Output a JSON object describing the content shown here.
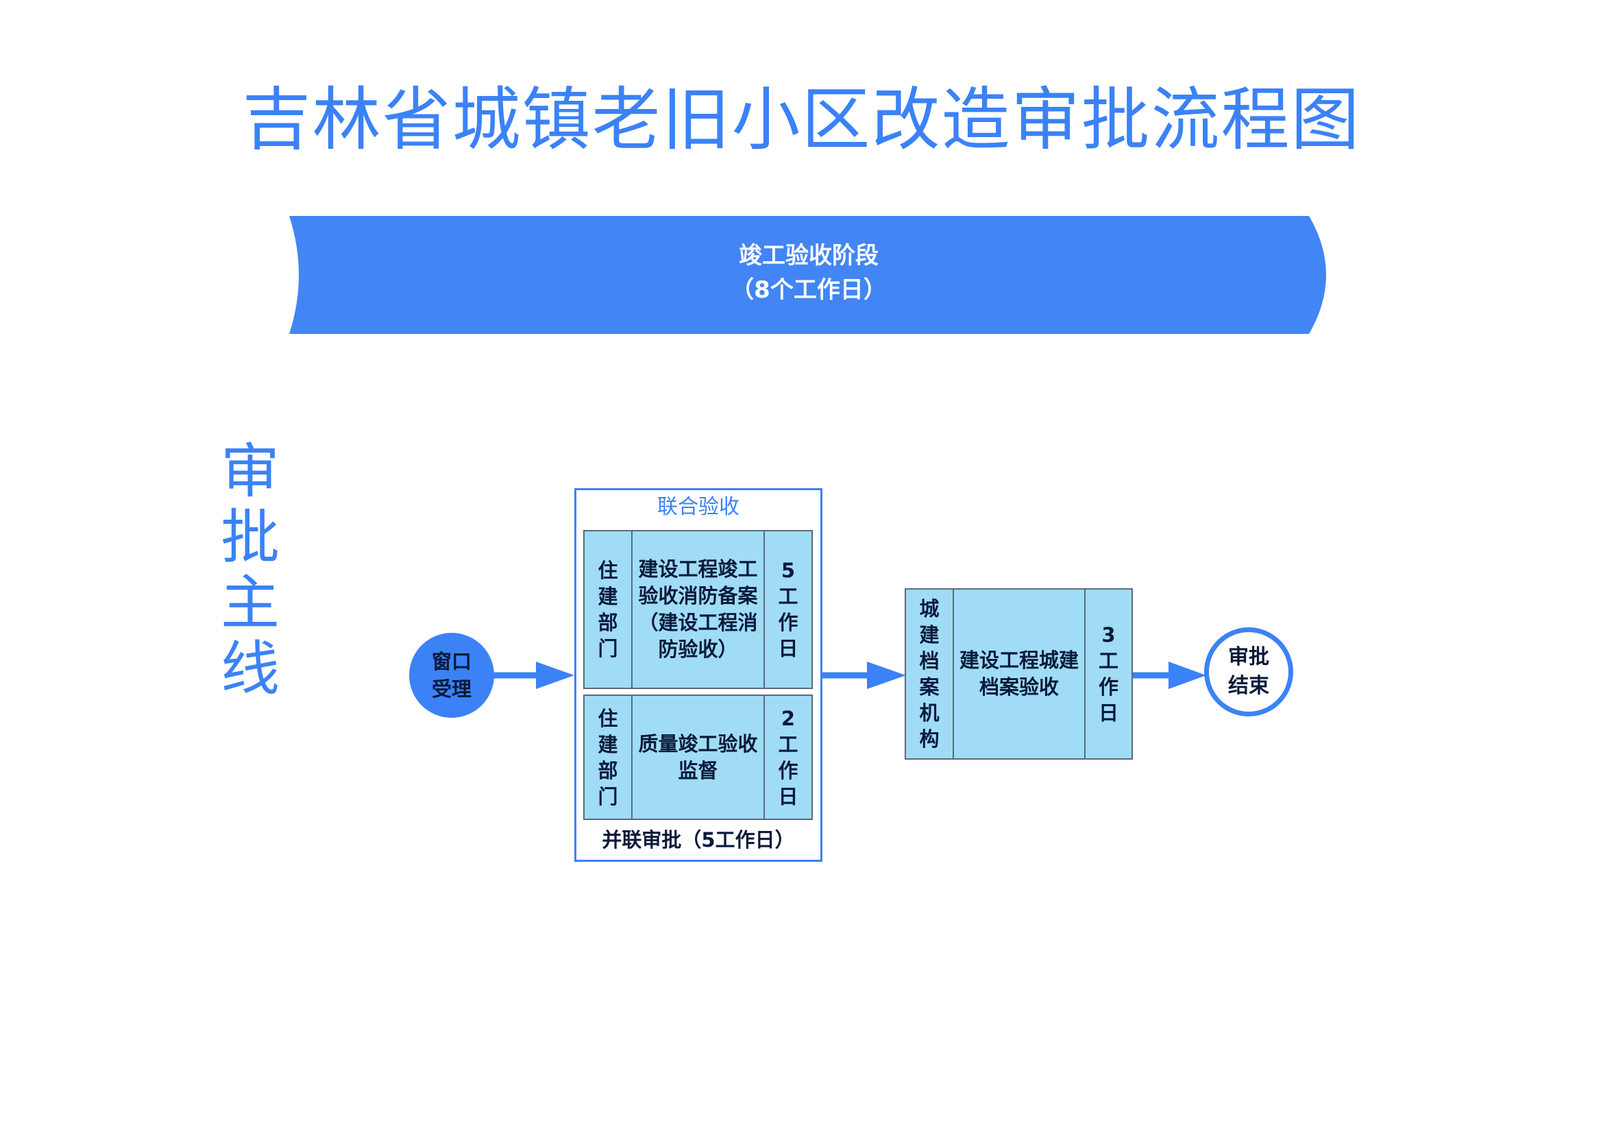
{
  "title": "吉林省城镇老旧小区改造审批流程图",
  "stage": {
    "name": "竣工验收阶段",
    "duration": "（8个工作日）"
  },
  "main_line_label": "审批主线",
  "start_node": {
    "line1": "窗口",
    "line2": "受理"
  },
  "end_node": {
    "line1": "审批",
    "line2": "结束"
  },
  "joint_group": {
    "label": "联合验收",
    "footer": "并联审批（5工作日）",
    "items": [
      {
        "department": "住建部门",
        "task": "建设工程竣工验收消防备案（建设工程消防验收）",
        "days": "5工作日"
      },
      {
        "department": "住建部门",
        "task": "质量竣工验收监督",
        "days": "2工作日"
      }
    ]
  },
  "archive_step": {
    "department": "城建档案机构",
    "task": "建设工程城建档案验收",
    "days": "3工作日"
  },
  "colors": {
    "accent": "#3b82f6",
    "cell_fill": "#a0dcf6",
    "text_dark": "#0a1a3a"
  }
}
